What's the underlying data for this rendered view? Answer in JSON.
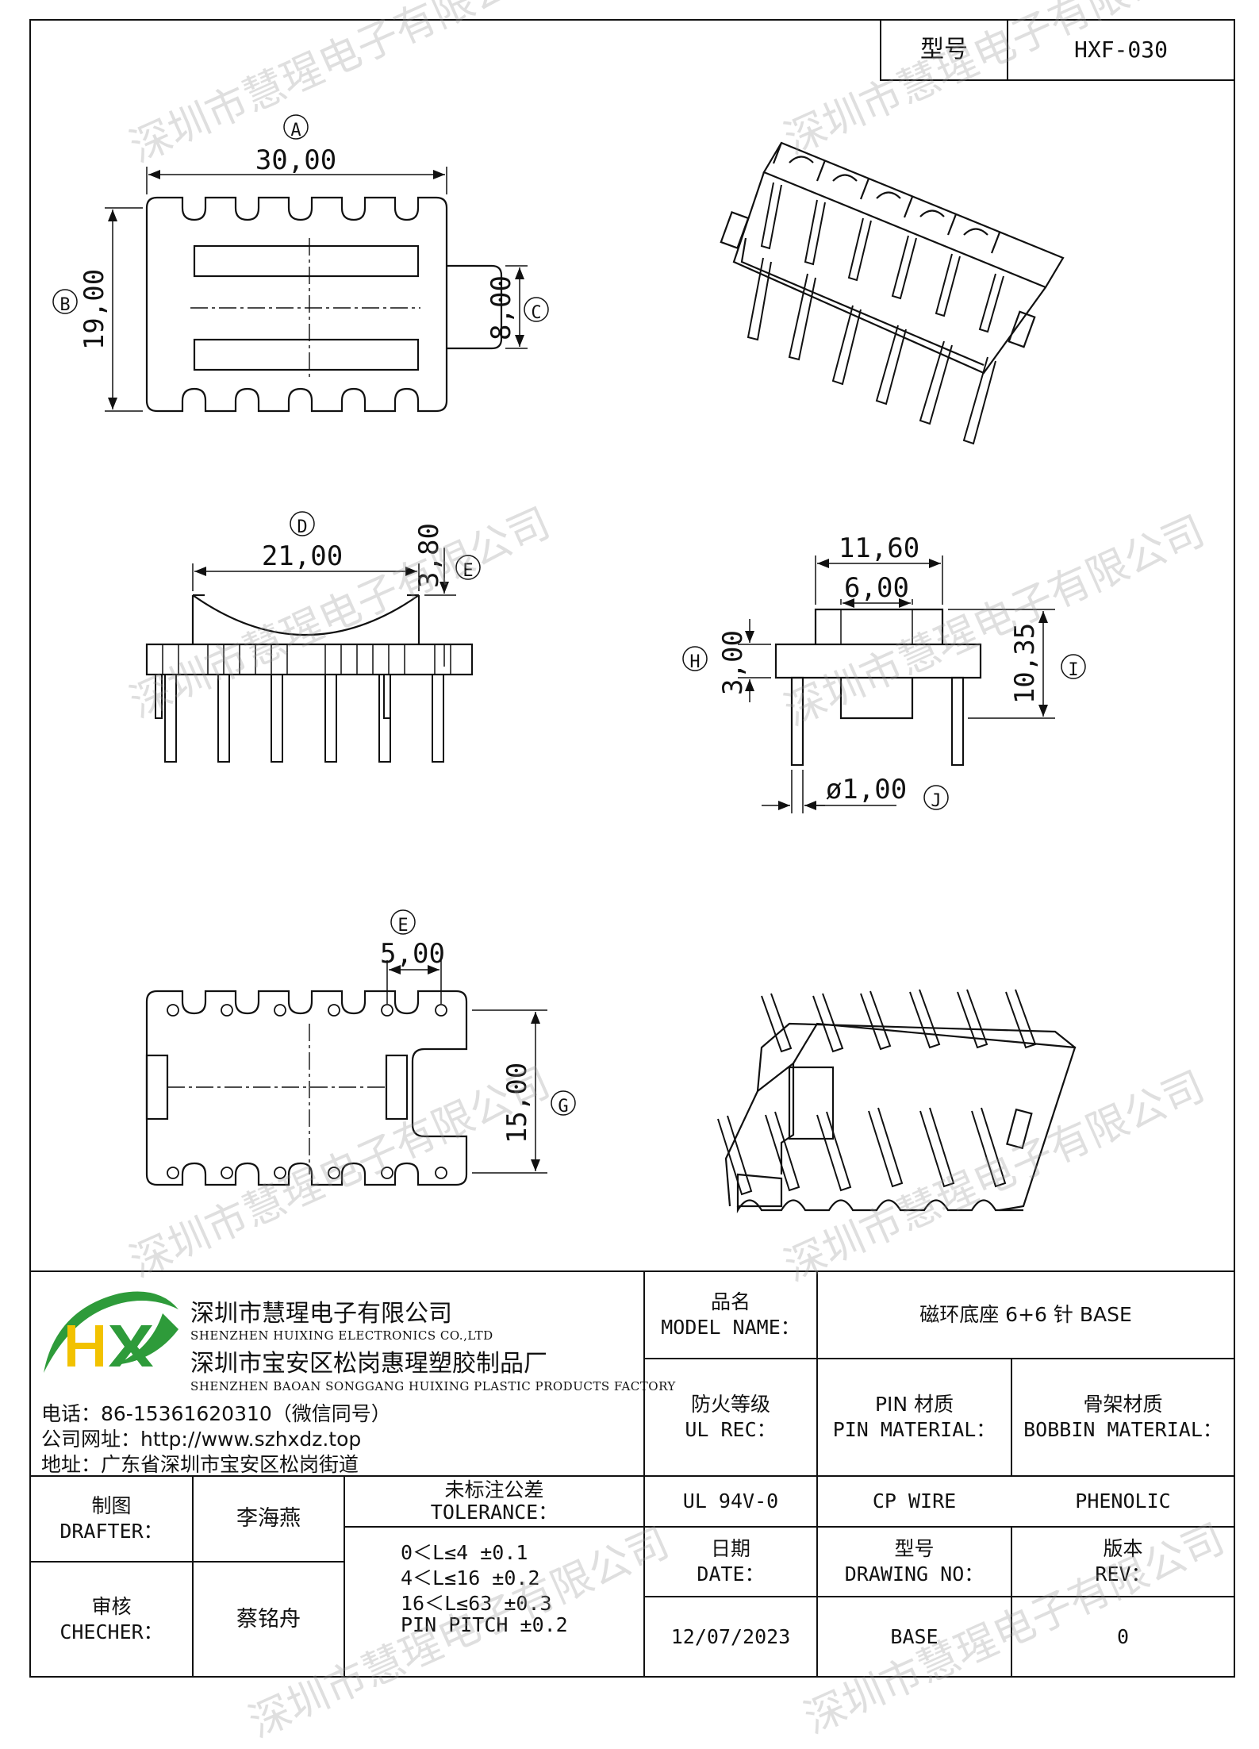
{
  "colors": {
    "line": "#111111",
    "logo_green": "#2e9b3a",
    "logo_yellow": "#f2c200",
    "watermark": "#9a9a9a"
  },
  "title_box": {
    "label": "型号",
    "value": "HXF-030"
  },
  "drawing": {
    "top_view": {
      "callout": "A",
      "width_dim": "30,00",
      "height_callout": "B",
      "height_dim": "19,00",
      "tab_dim": "8,00",
      "tab_callout": "C"
    },
    "front_view": {
      "callout_d": "D",
      "width_dim": "21,00",
      "depth_dim": "3,80",
      "callout_e": "E"
    },
    "side_view": {
      "top_dim": "11,60",
      "inner_dim": "6,00",
      "callout_h": "H",
      "base_dim": "3,00",
      "height_dim": "10,35",
      "callout_i": "I",
      "pin_dim": "ø1,00",
      "callout_j": "J"
    },
    "bottom_view": {
      "callout_e": "E",
      "pitch_dim": "5,00",
      "row_dim": "15,00",
      "callout_g": "G"
    }
  },
  "watermark_text": "深圳市慧瑆电子有限公司",
  "company": {
    "logo_text": "HX",
    "name_cn": "深圳市慧瑆电子有限公司",
    "name_en": "SHENZHEN HUIXING ELECTRONICS CO.,LTD",
    "factory_cn": "深圳市宝安区松岗惠瑆塑胶制品厂",
    "factory_en": "SHENZHEN BAOAN SONGGANG HUIXING PLASTIC PRODUCTS FACTORY",
    "phone": "电话：86-15361620310（微信同号）",
    "website": "公司网址：http://www.szhxdz.top",
    "address": "地址：广东省深圳市宝安区松岗街道"
  },
  "title_block": {
    "model_name_cn": "品名",
    "model_name_en": "MODEL NAME：",
    "model_name_value": "磁环底座 6+6 针 BASE",
    "fire_cn": "防火等级",
    "fire_en": "UL REC：",
    "pin_cn": "PIN 材质",
    "pin_en": "PIN MATERIAL：",
    "bobbin_cn": "骨架材质",
    "bobbin_en": "BOBBIN MATERIAL：",
    "drafter_cn": "制图",
    "drafter_en": "DRAFTER：",
    "drafter_value": "李海燕",
    "checker_cn": "审核",
    "checker_en": "CHECHER：",
    "checker_value": "蔡铭舟",
    "tolerance_cn": "未标注公差",
    "tolerance_en": "TOLERANCE：",
    "tolerances": [
      "0＜L≤4  ±0.1",
      "4＜L≤16 ±0.2",
      "16＜L≤63 ±0.3",
      "PIN PITCH ±0.2"
    ],
    "ul_value": "UL 94V-0",
    "pin_value": "CP WIRE",
    "bobbin_value": "PHENOLIC",
    "date_cn": "日期",
    "date_en": "DATE：",
    "drawing_no_cn": "型号",
    "drawing_no_en": "DRAWING NO：",
    "rev_cn": "版本",
    "rev_en": "REV：",
    "date_value": "12/07/2023",
    "drawing_no_value": "BASE",
    "rev_value": "0"
  }
}
